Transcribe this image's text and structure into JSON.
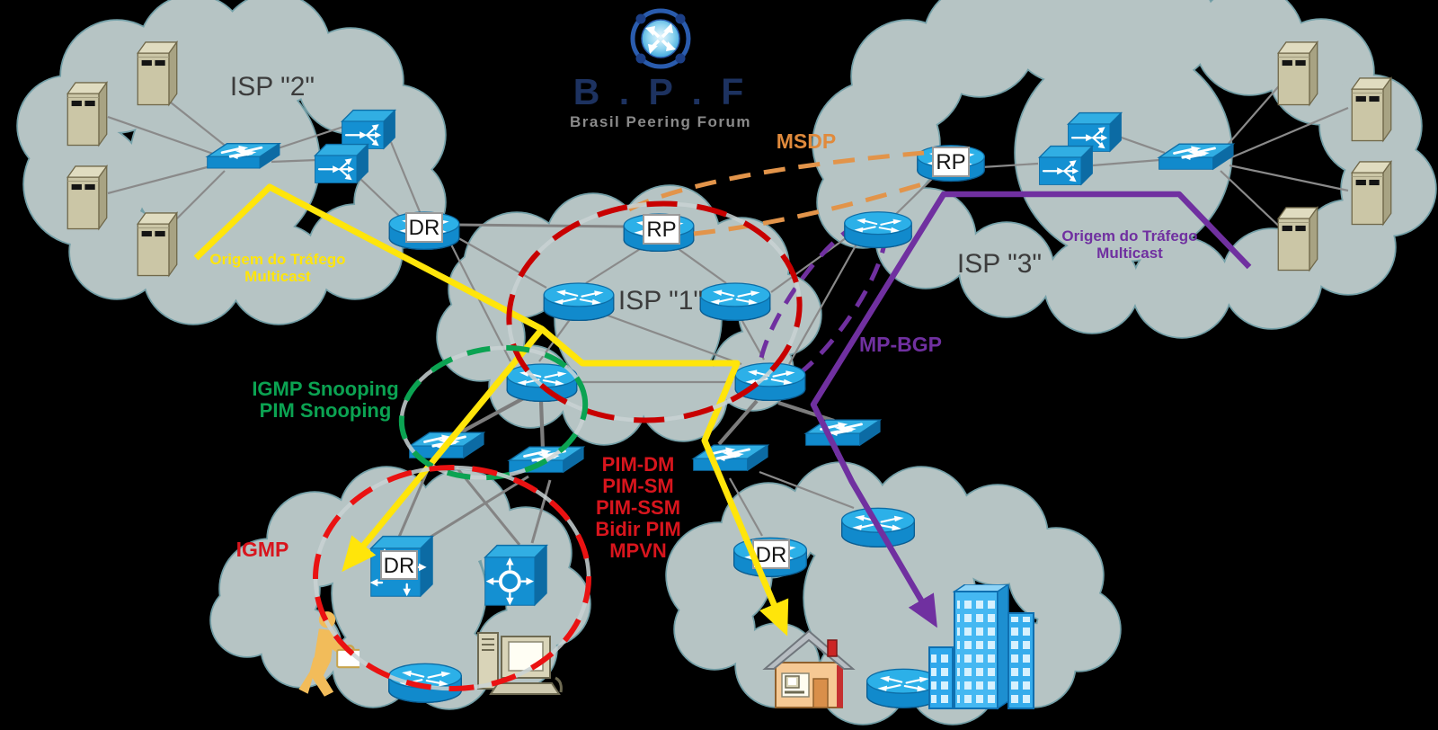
{
  "logo": {
    "title": "B . P . F",
    "subtitle": "Brasil Peering Forum",
    "icon": "bpf-expand-arrows-ring"
  },
  "clouds": {
    "isp1": "ISP \"1\"",
    "isp2": "ISP \"2\"",
    "isp3": "ISP \"3\""
  },
  "labels": {
    "msdp": "MSDP",
    "mpbgp": "MP-BGP",
    "igmp": "IGMP",
    "igmp_snooping": "IGMP Snooping",
    "pim_snooping": "PIM Snooping",
    "pim": [
      "PIM-DM",
      "PIM-SM",
      "PIM-SSM",
      "Bidir PIM",
      "MPVN"
    ],
    "origem1": "Origem do Tráfego",
    "origem2": "Multicast",
    "dr": "DR",
    "rp": "RP"
  },
  "colors": {
    "yellow": "#ffe50a",
    "purple": "#7030a0",
    "orange": "#e2944a",
    "orange_text": "#e08a3c",
    "red": "#d8151d",
    "red_bright": "#ea1212",
    "green": "#0ba352",
    "navy": "#1d3260",
    "gray": "#8a8a8a",
    "dark": "#3c3c3c",
    "cloud": "#b6c4c4",
    "cisco_blue": "#2cb0e8"
  }
}
